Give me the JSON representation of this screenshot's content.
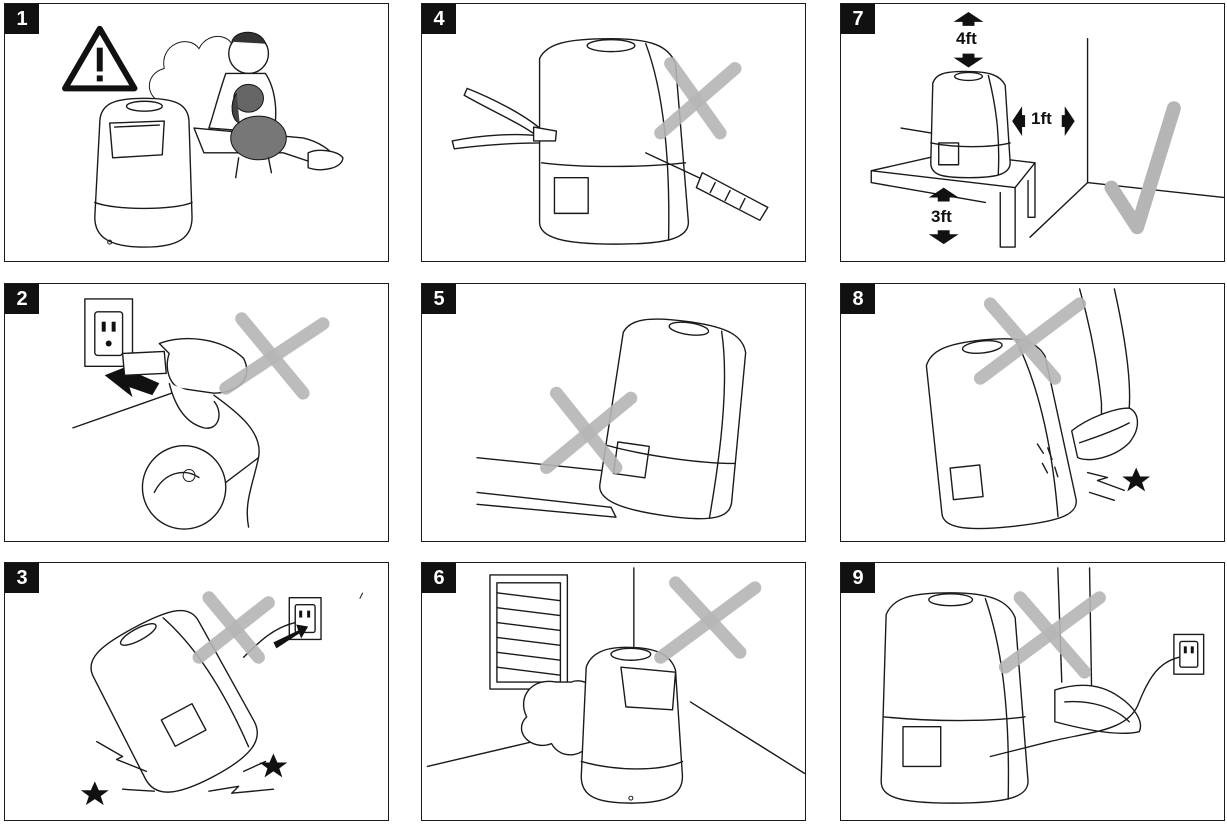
{
  "panels": [
    {
      "number": "1"
    },
    {
      "number": "2"
    },
    {
      "number": "3"
    },
    {
      "number": "4"
    },
    {
      "number": "5"
    },
    {
      "number": "6"
    },
    {
      "number": "7",
      "labels": {
        "top": "4ft",
        "side": "1ft",
        "bottom": "3ft"
      }
    },
    {
      "number": "8"
    },
    {
      "number": "9"
    }
  ],
  "colors": {
    "mark": "#b5b5b5",
    "ink": "#1a1a1a",
    "badge": "#111111"
  },
  "icons": [
    "warning-icon",
    "x-mark-icon",
    "check-mark-icon",
    "arrow-icon",
    "star-icon"
  ]
}
